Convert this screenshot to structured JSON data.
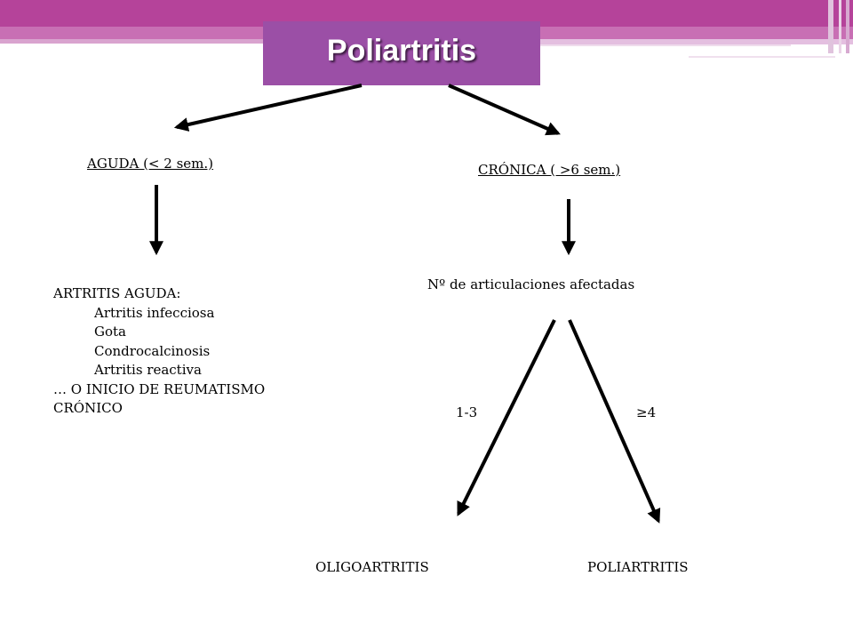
{
  "title": "Poliartritis",
  "acute": {
    "label": "AGUDA  (< 2 sem.)",
    "list_heading": "ARTRITIS AGUDA:",
    "causes": [
      "Artritis infecciosa",
      "Gota",
      "Condrocalcinosis",
      "Artritis reactiva"
    ],
    "note_line1": "… O INICIO DE REUMATISMO",
    "note_line2": "CRÓNICO"
  },
  "chronic": {
    "label": "CRÓNICA  ( >6 sem.)",
    "joints_label": "Nº de articulaciones  afectadas",
    "branch_low": "1-3",
    "branch_high": "≥4",
    "result_low": "OLIGOARTRITIS",
    "result_high": "POLIARTRITIS"
  },
  "colors": {
    "title_bg": "#9b4fa6",
    "header_band": "#b5439a",
    "arrow": "#000000"
  }
}
